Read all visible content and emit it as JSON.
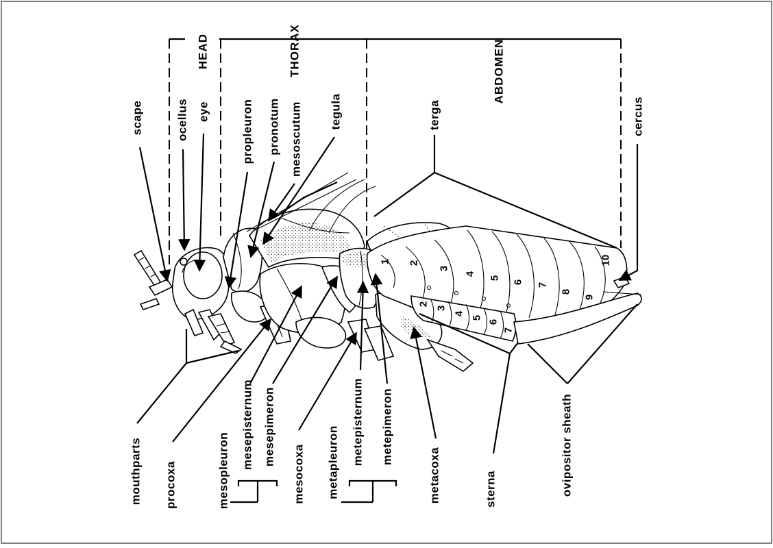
{
  "regions": {
    "head": "HEAD",
    "thorax": "THORAX",
    "abdomen": "ABDOMEN"
  },
  "labels": {
    "scape": "scape",
    "ocellus": "ocellus",
    "eye": "eye",
    "propleuron": "propleuron",
    "pronotum": "pronotum",
    "mesoscutum": "mesoscutum",
    "tegula": "tegula",
    "terga": "terga",
    "cercus": "cercus",
    "mouthparts": "mouthparts",
    "procoxa": "procoxa",
    "mesopleuron": "mesopleuron",
    "mesepisternum": "mesepisternum",
    "mesepimeron": "mesepimeron",
    "mesocoxa": "mesocoxa",
    "metapleuron": "metapleuron",
    "metepisternum": "metepisternum",
    "metepimeron": "metepimeron",
    "metacoxa": "metacoxa",
    "sterna": "sterna",
    "ovipositor_sheath": "ovipositor sheath"
  },
  "terga_numbers": [
    "1",
    "2",
    "3",
    "4",
    "5",
    "6",
    "7",
    "8",
    "9",
    "10"
  ],
  "sterna_numbers": [
    "2",
    "3",
    "4",
    "5",
    "6",
    "7"
  ]
}
